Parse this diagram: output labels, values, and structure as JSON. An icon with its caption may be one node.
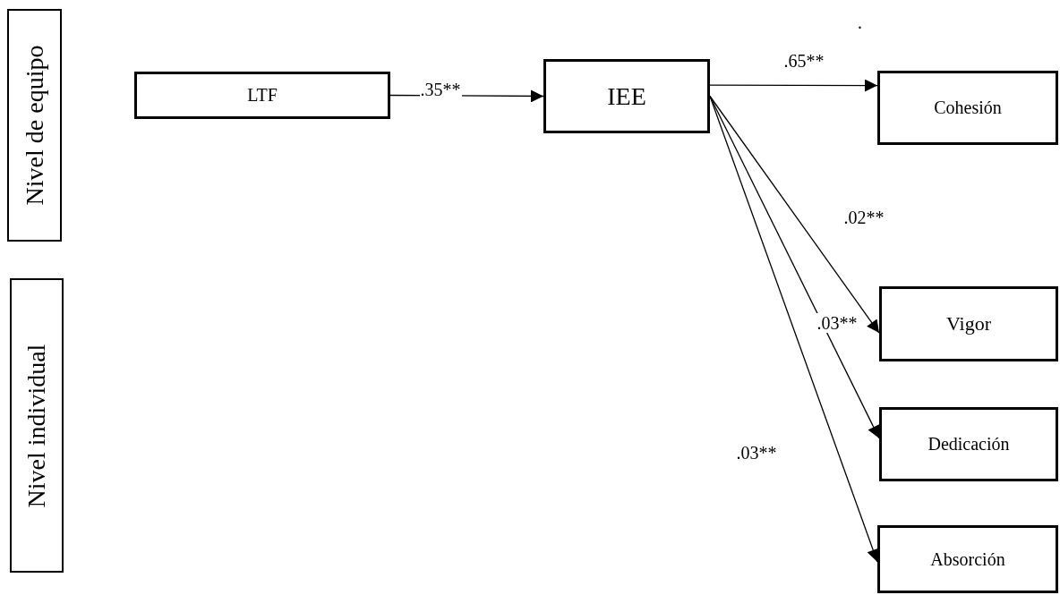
{
  "diagram": {
    "nodes": [
      {
        "text": [
          "Nivel de equipo"
        ]
      },
      {
        "text": [
          "Nivel individual"
        ]
      },
      {
        "text": [
          "LTF"
        ]
      },
      {
        "text": [
          "IEE"
        ]
      },
      {
        "text": [
          "Cohesión"
        ]
      },
      {
        "text": [
          "Vigor"
        ]
      },
      {
        "text": [
          "Dedicación"
        ]
      },
      {
        "text": [
          "Absorción"
        ]
      }
    ],
    "edges": [
      {
        "from": 2,
        "to": 3,
        "arrow": "to",
        "label": ".35**"
      },
      {
        "from": 3,
        "to": 4,
        "arrow": "to",
        "label": ".65**"
      },
      {
        "from": 3,
        "to": 5,
        "arrow": "to",
        "label": ".02**"
      },
      {
        "from": 3,
        "to": 6,
        "arrow": "to",
        "label": ".03**"
      },
      {
        "from": 3,
        "to": 7,
        "arrow": "to",
        "label": ".03**"
      }
    ],
    "labels": [
      "."
    ]
  }
}
